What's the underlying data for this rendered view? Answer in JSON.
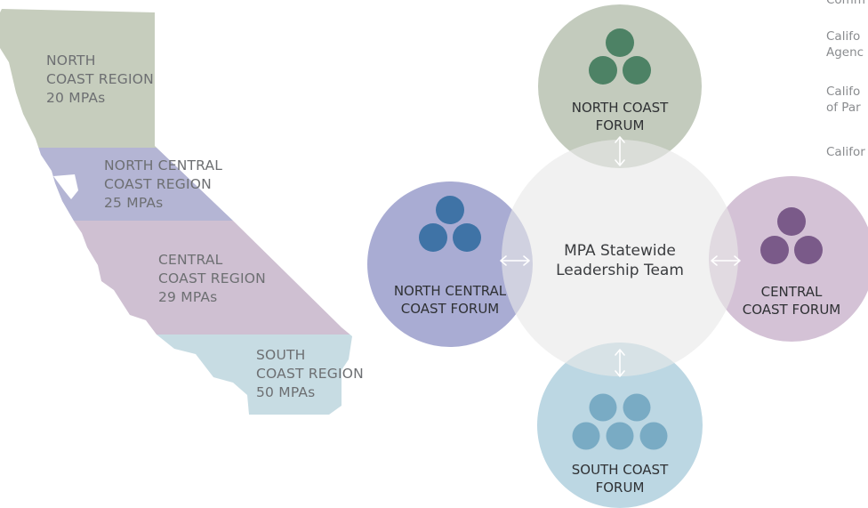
{
  "colors": {
    "north_coast": "#c6cdbd",
    "north_central": "#b4b5d4",
    "central": "#cfc0d2",
    "south": "#c7dce3",
    "center_circle": "#e9e9e8",
    "north_forum_circle": "#c3cbbd",
    "north_central_forum_circle": "#a9acd3",
    "central_forum_circle": "#d4c2d6",
    "south_forum_circle": "#bcd7e3",
    "north_dots": "#4d8265",
    "north_central_dots": "#3f73a6",
    "central_dots": "#7a5a89",
    "south_dots": "#79abc4",
    "arrow": "#ffffff"
  },
  "map": {
    "regions": [
      {
        "lines": [
          "NORTH",
          "COAST REGION",
          "20 MPAs"
        ]
      },
      {
        "lines": [
          "NORTH CENTRAL",
          "COAST REGION",
          "25 MPAs"
        ]
      },
      {
        "lines": [
          "CENTRAL",
          "COAST REGION",
          "29 MPAs"
        ]
      },
      {
        "lines": [
          "SOUTH",
          "COAST REGION",
          "50 MPAs"
        ]
      }
    ]
  },
  "center": {
    "lines": [
      "MPA Statewide",
      "Leadership Team"
    ]
  },
  "forums": {
    "north": {
      "lines": [
        "NORTH COAST",
        "FORUM"
      ]
    },
    "north_central": {
      "lines": [
        "NORTH CENTRAL",
        "COAST FORUM"
      ]
    },
    "central": {
      "lines": [
        "CENTRAL",
        "COAST FORUM"
      ]
    },
    "south": {
      "lines": [
        "SOUTH COAST",
        "FORUM"
      ]
    }
  },
  "side_list": [
    "Comm",
    "Califo",
    "Agenc",
    "Califo",
    "of Par",
    "Califor"
  ]
}
